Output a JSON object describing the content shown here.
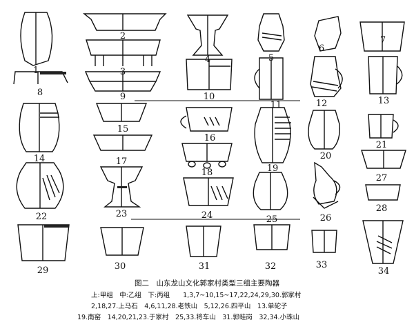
{
  "figure": {
    "title": "图二　山东龙山文化郭家村类型三组主要陶器",
    "legend_line1": "上:甲组　中:乙组　下:丙组　　1,3,7~10,15~17,22,24,29,30.郭家村",
    "legend_line2": "2,18,27.上马石　4,6,11,28.老铁山　5,12,26.四平山　13.单砣子",
    "legend_line3": "19.南窑　14,20,21,23.于家村　25,33.将车山　31.郭蛙岗　32,34.小珠山"
  },
  "vessels": [
    {
      "n": "1"
    },
    {
      "n": "2"
    },
    {
      "n": "3"
    },
    {
      "n": "4"
    },
    {
      "n": "5"
    },
    {
      "n": "6"
    },
    {
      "n": "7"
    },
    {
      "n": "8"
    },
    {
      "n": "9"
    },
    {
      "n": "10"
    },
    {
      "n": "11"
    },
    {
      "n": "12"
    },
    {
      "n": "13"
    },
    {
      "n": "14"
    },
    {
      "n": "15"
    },
    {
      "n": "16"
    },
    {
      "n": "17"
    },
    {
      "n": "18"
    },
    {
      "n": "19"
    },
    {
      "n": "20"
    },
    {
      "n": "21"
    },
    {
      "n": "22"
    },
    {
      "n": "23"
    },
    {
      "n": "24"
    },
    {
      "n": "25"
    },
    {
      "n": "26"
    },
    {
      "n": "27"
    },
    {
      "n": "28"
    },
    {
      "n": "29"
    },
    {
      "n": "30"
    },
    {
      "n": "31"
    },
    {
      "n": "32"
    },
    {
      "n": "33"
    },
    {
      "n": "34"
    }
  ]
}
